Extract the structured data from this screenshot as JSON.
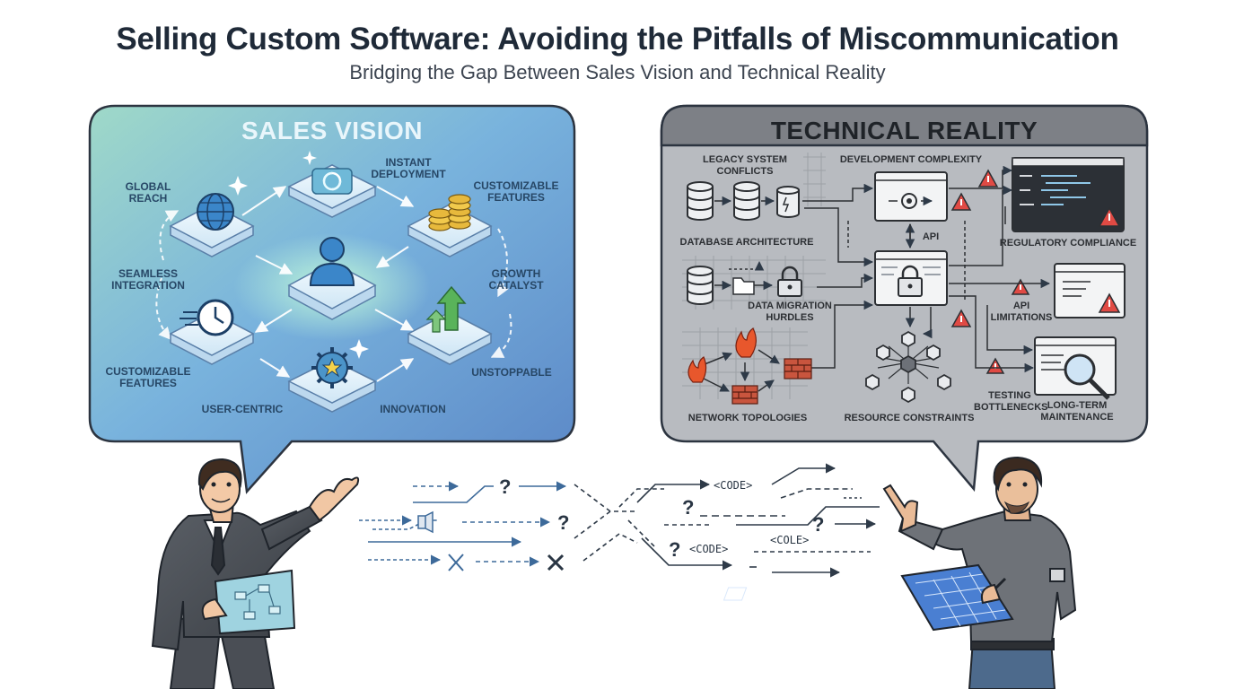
{
  "header": {
    "title": "Selling Custom Software: Avoiding the Pitfalls of Miscommunication",
    "subtitle": "Bridging the Gap Between Sales Vision and Technical Reality"
  },
  "sales": {
    "title": "SALES VISION",
    "labels": {
      "global_reach": "GLOBAL\nREACH",
      "instant_deployment": "INSTANT\nDEPLOYMENT",
      "customizable_features_top": "CUSTOMIZABLE\nFEATURES",
      "seamless_integration": "SEAMLESS\nINTEGRATION",
      "growth_catalyst": "GROWTH\nCATALYST",
      "customizable_features_bottom": "CUSTOMIZABLE\nFEATURES",
      "unstoppable": "UNSTOPPABLE",
      "user_centric": "USER-CENTRIC",
      "innovation": "INNOVATION"
    }
  },
  "tech": {
    "title": "TECHNICAL REALITY",
    "labels": {
      "legacy": "LEGACY SYSTEM\nCONFLICTS",
      "dev_complexity": "DEVELOPMENT COMPLEXITY",
      "db_arch": "DATABASE ARCHITECTURE",
      "api": "API",
      "regulatory": "REGULATORY COMPLIANCE",
      "data_migration": "DATA MIGRATION\nHURDLES",
      "api_limits": "API\nLIMITATIONS",
      "network": "NETWORK TOPOLOGIES",
      "resource": "RESOURCE CONSTRAINTS",
      "testing": "TESTING\nBOTTLENECKS",
      "maintenance": "LONG-TERM\nMAINTENANCE"
    }
  },
  "middle": {
    "code1": "<CODE>",
    "code2": "<CODE>",
    "code3": "<COLE>",
    "q": "?"
  },
  "colors": {
    "sales_bg_top": "#8fd0c4",
    "sales_bg_bottom": "#5b8fcf",
    "tech_bg": "#b9bcc0",
    "tech_header": "#7d8086",
    "warning": "#e04a44",
    "brick": "#c9553e"
  }
}
